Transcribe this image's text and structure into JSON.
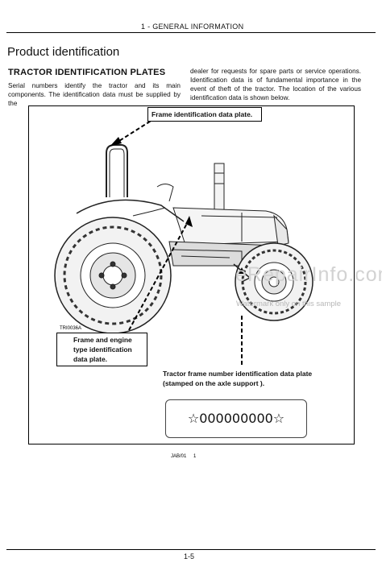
{
  "header": {
    "section": "1 - GENERAL INFORMATION"
  },
  "page_title": "Product identification",
  "subtitle": "TRACTOR IDENTIFICATION PLATES",
  "body": {
    "col1": "Serial numbers identify the tractor and its main components.  The identification data must be supplied by the",
    "col2": "dealer for requests for spare parts or service operations. Identification data is of fundamental importance in the event of theft of the tractor.  The location of the various identification data is shown below."
  },
  "figure": {
    "callout_frame": "Frame identification data plate.",
    "callout_engine": "Frame and engine type identification data plate.",
    "callout_number": "Tractor frame number identification data plate (stamped on the axle support ).",
    "plate_text": "☆000000000☆",
    "fig_code_main": "TRI0036A",
    "fig_code_plate": "JAB/01",
    "fig_ref_plate": "1"
  },
  "watermark": {
    "site": "eRepairInfo.com",
    "note": "Watermark only on this sample"
  },
  "footer": {
    "page": "1-5"
  }
}
